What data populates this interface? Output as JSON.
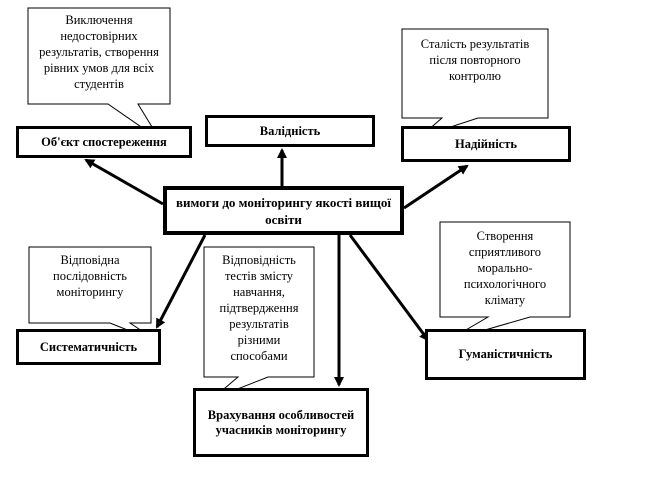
{
  "center": {
    "title": "вимоги до моніторингу якості вищої освіти"
  },
  "nodes": {
    "object": {
      "label": "Об'єкт спостереження"
    },
    "validity": {
      "label": "Валідність"
    },
    "reliability": {
      "label": "Надійність"
    },
    "systematic": {
      "label": "Систематичність"
    },
    "humanistic": {
      "label": "Гуманістичність"
    },
    "participants": {
      "label": "Врахування особливостей учасників моніторингу"
    }
  },
  "callouts": {
    "object": {
      "text": "Виключення недостовірних результатів, створення рівних умов для всіх студентів"
    },
    "reliability": {
      "text": "Сталість результатів після повторного контролю"
    },
    "systematic": {
      "text": "Відповідна послідовність моніторингу"
    },
    "validity": {
      "text": "Відповідність тестів змісту навчання, підтвердження результатів різними способами"
    },
    "humanistic": {
      "text": "Створення сприятливого морально-психологічного клімату"
    }
  }
}
